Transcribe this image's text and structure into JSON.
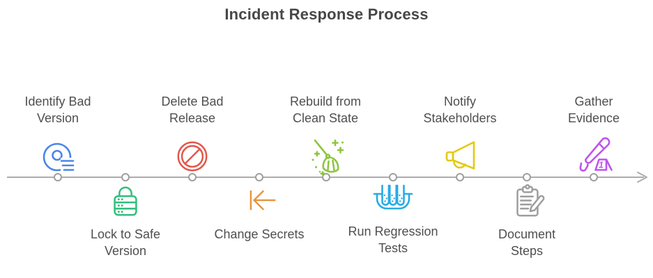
{
  "title": "Incident Response Process",
  "colors": {
    "text": "#4F4F4F",
    "timeline_line": "#ACACAC",
    "timeline_node": "#9E9E9E"
  },
  "steps": [
    {
      "label": "Identify Bad\nVersion",
      "icon": "disc-search-icon",
      "color": "#4A86E8",
      "position": "above"
    },
    {
      "label": "Lock to Safe\nVersion",
      "icon": "lock-server-icon",
      "color": "#33BE7D",
      "position": "below"
    },
    {
      "label": "Delete Bad\nRelease",
      "icon": "no-entry-icon",
      "color": "#E2574C",
      "position": "above"
    },
    {
      "label": "Change Secrets",
      "icon": "rollback-arrow-icon",
      "color": "#E8923A",
      "position": "below"
    },
    {
      "label": "Rebuild from\nClean State",
      "icon": "broom-sparkles-icon",
      "color": "#8DC63F",
      "position": "above"
    },
    {
      "label": "Run Regression\nTests",
      "icon": "test-tubes-icon",
      "color": "#29ABE2",
      "position": "below"
    },
    {
      "label": "Notify\nStakeholders",
      "icon": "megaphone-icon",
      "color": "#E5C913",
      "position": "above"
    },
    {
      "label": "Document\nSteps",
      "icon": "clipboard-pencil-icon",
      "color": "#9E9E9E",
      "position": "below"
    },
    {
      "label": "Gather\nEvidence",
      "icon": "forensics-icon",
      "color": "#BF55EF",
      "position": "above",
      "marker_number": "1"
    }
  ]
}
